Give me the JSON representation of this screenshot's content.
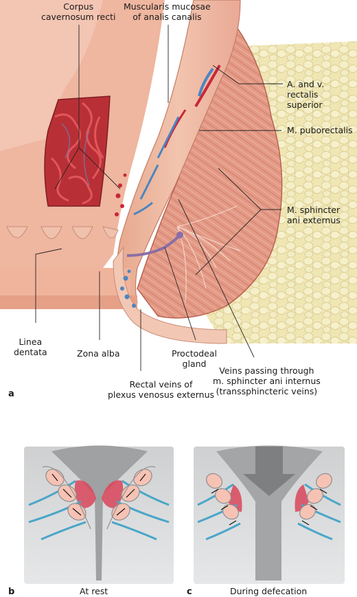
{
  "panel_a": {
    "letter": "a",
    "labels": {
      "corpus_cavernosum": "Corpus\ncavernosum recti",
      "muscularis_mucosae": "Muscularis mucosae\nof analis canalis",
      "rectalis_superior": "A. and v.\nrectalis\nsuperior",
      "puborectalis": "M. puborectalis",
      "sphincter_externus": "M. sphincter\nani externus",
      "linea_dentata": "Linea\ndentata",
      "zona_alba": "Zona alba",
      "proctodeal_gland": "Proctodeal\ngland",
      "rectal_veins": "Rectal veins of\nplexus venosus externus",
      "veins_passing": "Veins passing through\nm. sphincter ani internus\n(transsphincteric veins)"
    }
  },
  "panel_b": {
    "letter": "b",
    "caption": "At rest"
  },
  "panel_c": {
    "letter": "c",
    "caption": "During defecation"
  },
  "colors": {
    "muscle": "#e39a86",
    "muscle_dark": "#c9705c",
    "fat": "#efe6b4",
    "mucosa": "#f2b8a2",
    "artery": "#c8283a",
    "vein": "#4a86c2",
    "gray_tissue": "#d9dadb",
    "lumen": "#9c9e9f"
  }
}
